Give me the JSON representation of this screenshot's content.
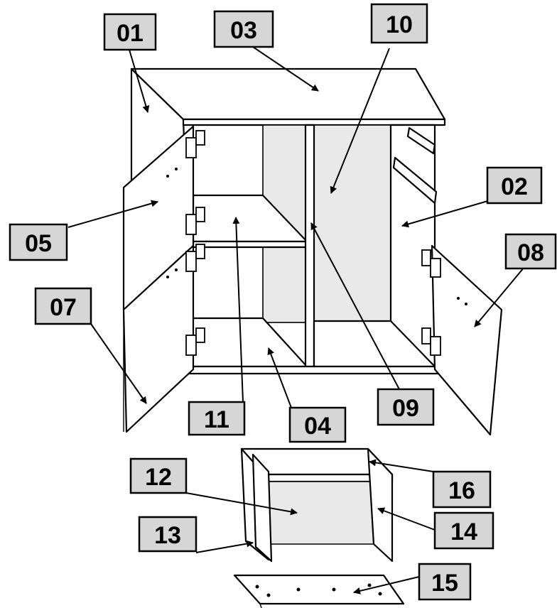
{
  "labels": {
    "p01": "01",
    "p02": "02",
    "p03": "03",
    "p04": "04",
    "p05": "05",
    "p07": "07",
    "p08": "08",
    "p09": "09",
    "p10": "10",
    "p11": "11",
    "p12": "12",
    "p13": "13",
    "p14": "14",
    "p15": "15",
    "p16": "16"
  }
}
